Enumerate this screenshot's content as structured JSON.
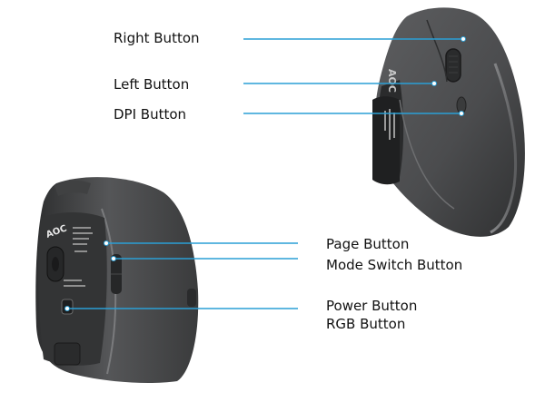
{
  "labels": {
    "right_button": "Right Button",
    "left_button": "Left Button",
    "dpi_button": "DPI Button",
    "page_button": "Page Button",
    "mode_switch_button": "Mode Switch Button",
    "power_button": "Power Button",
    "rgb_button": "RGB Button"
  },
  "logo_text": "AOC",
  "colors": {
    "callout_line": "#2a9fd6",
    "callout_dot": "#ffffff",
    "mouse_body": "#505152",
    "mouse_dark": "#2c2d2e",
    "mouse_base": "#3a3b3c",
    "label_text": "#111111"
  }
}
